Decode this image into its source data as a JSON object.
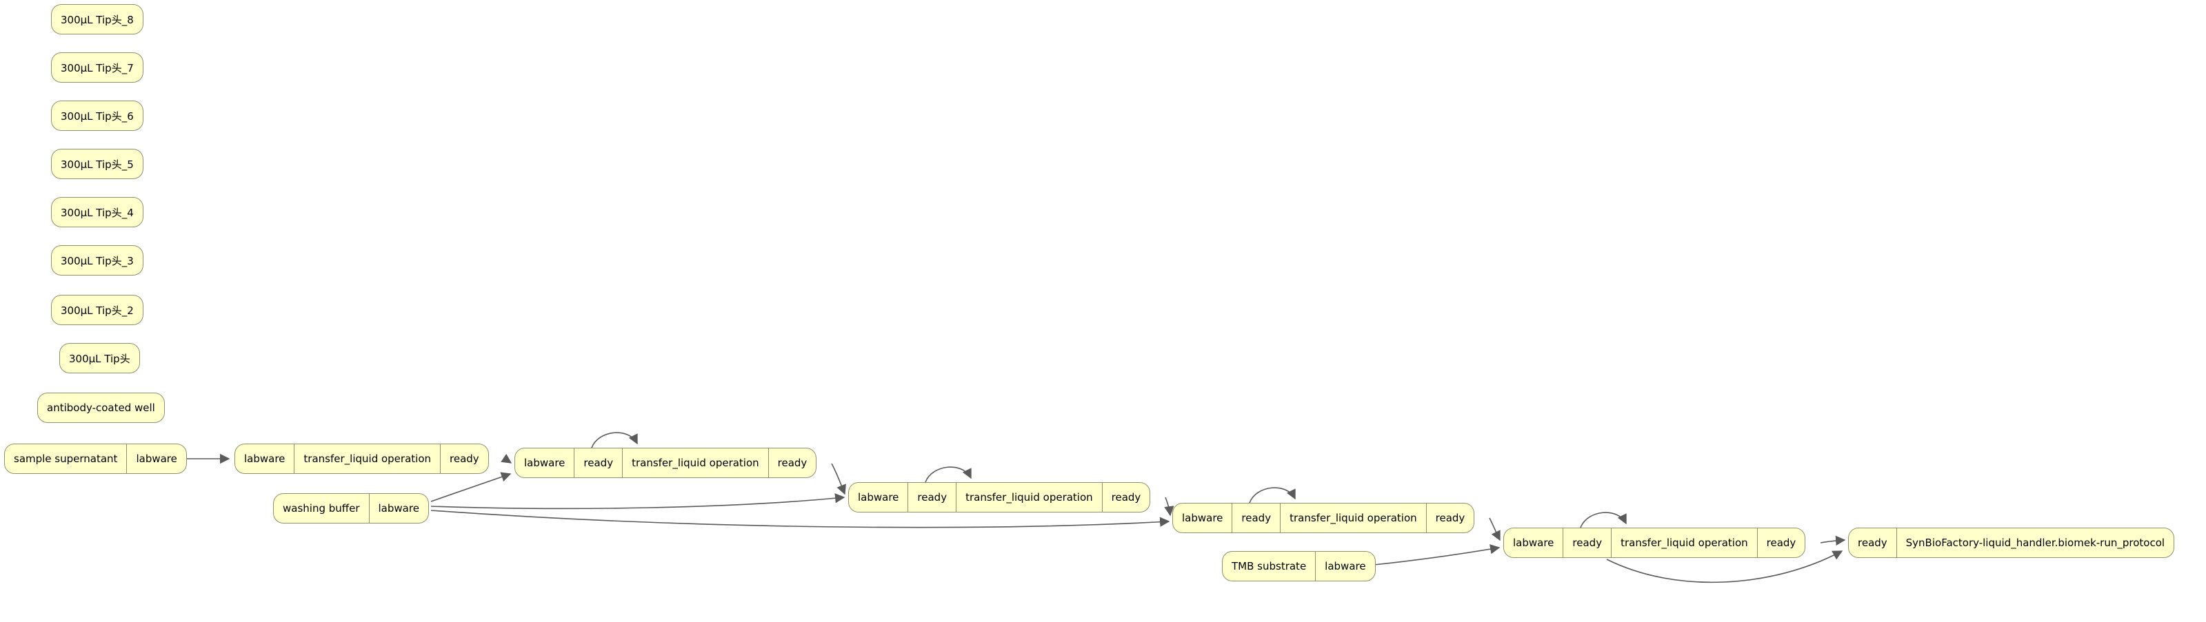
{
  "colors": {
    "background": "#ffffff",
    "node_fill": "#ffffcc",
    "node_border": "#90906e",
    "edge": "#5a5a5a",
    "text": "#000000"
  },
  "nodes": [
    {
      "name": "300ul-tip-8",
      "cells": [
        "300μL Tip头_8"
      ]
    },
    {
      "name": "300ul-tip-7",
      "cells": [
        "300μL Tip头_7"
      ]
    },
    {
      "name": "300ul-tip-6",
      "cells": [
        "300μL Tip头_6"
      ]
    },
    {
      "name": "300ul-tip-5",
      "cells": [
        "300μL Tip头_5"
      ]
    },
    {
      "name": "300ul-tip-4",
      "cells": [
        "300μL Tip头_4"
      ]
    },
    {
      "name": "300ul-tip-3",
      "cells": [
        "300μL Tip头_3"
      ]
    },
    {
      "name": "300ul-tip-2",
      "cells": [
        "300μL Tip头_2"
      ]
    },
    {
      "name": "300ul-tip",
      "cells": [
        "300μL Tip头"
      ]
    },
    {
      "name": "antibody-coated-well",
      "cells": [
        "antibody-coated well"
      ]
    },
    {
      "name": "sample-supernatant",
      "cells": [
        "sample supernatant",
        "labware"
      ]
    },
    {
      "name": "transfer-1",
      "cells": [
        "labware",
        "transfer_liquid operation",
        "ready"
      ]
    },
    {
      "name": "transfer-2",
      "cells": [
        "labware",
        "ready",
        "transfer_liquid operation",
        "ready"
      ]
    },
    {
      "name": "transfer-3",
      "cells": [
        "labware",
        "ready",
        "transfer_liquid operation",
        "ready"
      ]
    },
    {
      "name": "transfer-4",
      "cells": [
        "labware",
        "ready",
        "transfer_liquid operation",
        "ready"
      ]
    },
    {
      "name": "transfer-5",
      "cells": [
        "labware",
        "ready",
        "transfer_liquid operation",
        "ready"
      ]
    },
    {
      "name": "run-protocol",
      "cells": [
        "ready",
        "SynBioFactory-liquid_handler.biomek-run_protocol"
      ]
    },
    {
      "name": "washing-buffer",
      "cells": [
        "washing buffer",
        "labware"
      ]
    },
    {
      "name": "tmb-substrate",
      "cells": [
        "TMB substrate",
        "labware"
      ]
    }
  ],
  "edges": [
    {
      "from": "sample-supernatant.labware",
      "to": "transfer-1.labware"
    },
    {
      "from": "transfer-1.ready",
      "to": "transfer-2.labware"
    },
    {
      "from": "transfer-2.ready",
      "to": "transfer-2.operation"
    },
    {
      "from": "washing-buffer.labware",
      "to": "transfer-2.labware"
    },
    {
      "from": "transfer-2.ready",
      "to": "transfer-3.labware"
    },
    {
      "from": "transfer-3.ready",
      "to": "transfer-3.operation"
    },
    {
      "from": "washing-buffer.labware",
      "to": "transfer-3.labware"
    },
    {
      "from": "transfer-3.ready",
      "to": "transfer-4.labware"
    },
    {
      "from": "transfer-4.ready",
      "to": "transfer-4.operation"
    },
    {
      "from": "washing-buffer.labware",
      "to": "transfer-4.labware"
    },
    {
      "from": "transfer-4.ready",
      "to": "transfer-5.labware"
    },
    {
      "from": "transfer-5.ready",
      "to": "transfer-5.operation"
    },
    {
      "from": "tmb-substrate.labware",
      "to": "transfer-5.labware"
    },
    {
      "from": "transfer-5.ready",
      "to": "run-protocol.ready"
    },
    {
      "from": "transfer-5",
      "to": "run-protocol"
    }
  ]
}
